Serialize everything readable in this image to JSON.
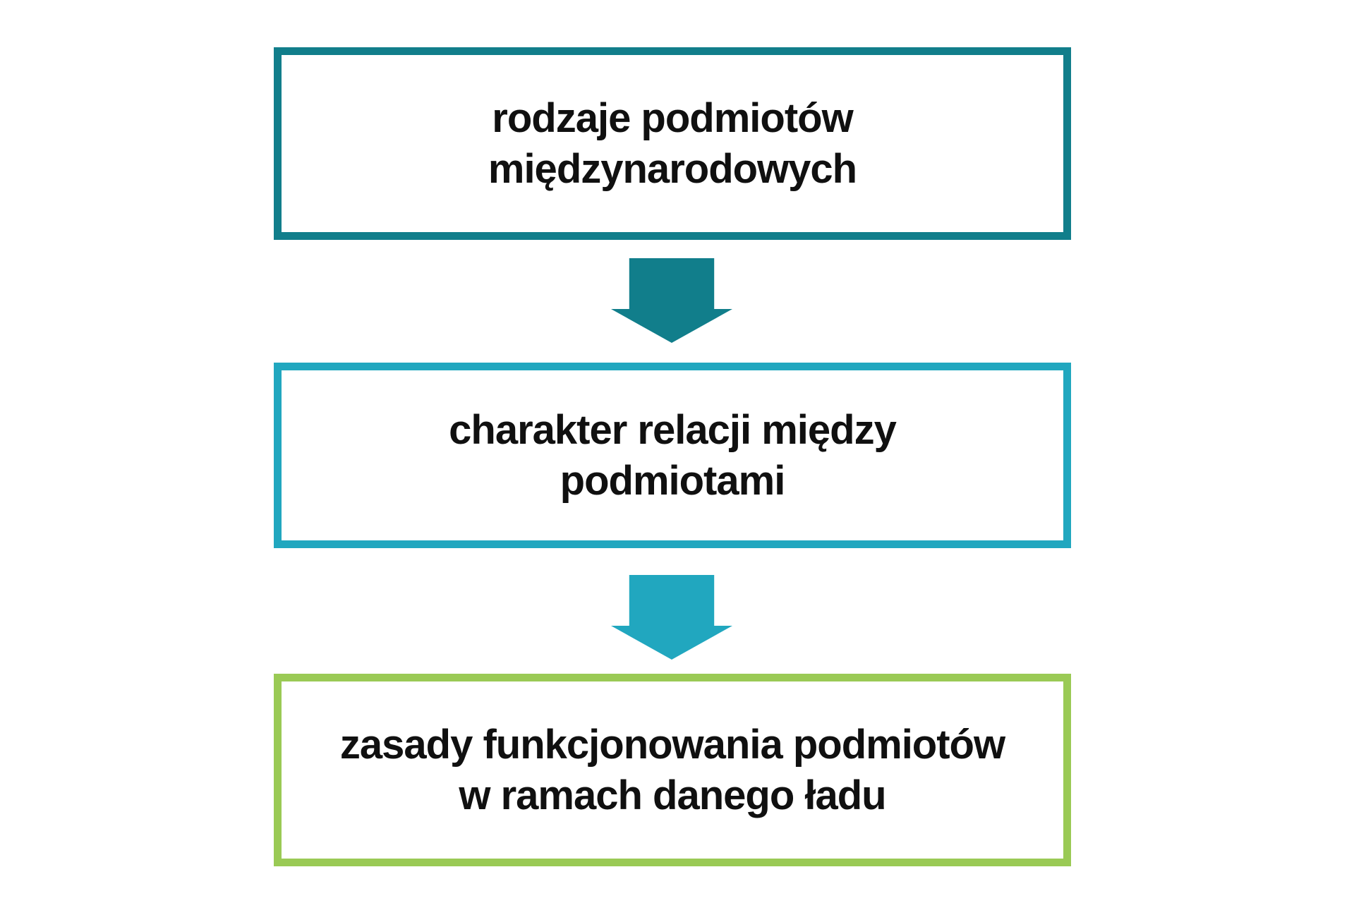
{
  "diagram": {
    "type": "flowchart-vertical",
    "background_color": "#ffffff",
    "text_color": "#101010",
    "steps": [
      {
        "lines": [
          "rodzaje podmiotów",
          "międzynarodowych"
        ],
        "border_color": "#117e8b"
      },
      {
        "lines": [
          "charakter relacji między",
          "podmiotami"
        ],
        "border_color": "#21a7bf"
      },
      {
        "lines": [
          "zasady funkcjonowania podmiotów",
          "w ramach danego ładu"
        ],
        "border_color": "#9aca55"
      }
    ],
    "arrows": [
      {
        "direction": "down",
        "color": "#117e8b"
      },
      {
        "direction": "down",
        "color": "#21a7bf"
      }
    ]
  }
}
